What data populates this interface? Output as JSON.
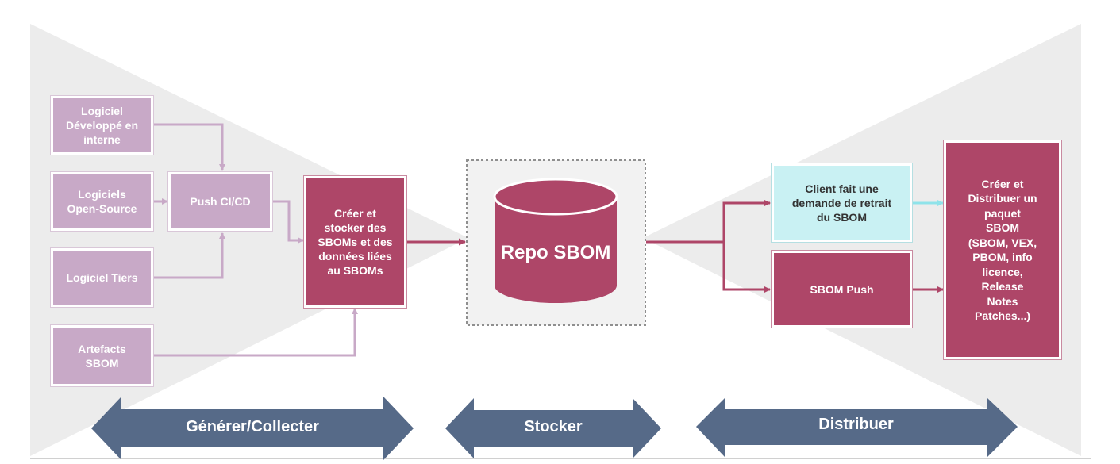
{
  "colors": {
    "light_box": "#c8a9c7",
    "dark_box": "#ae4668",
    "cyan_box": "#c9f1f3",
    "arrow_light": "#c8a9c7",
    "arrow_dark": "#ae4668",
    "arrow_cyan": "#8fe3ea",
    "phase_arrow": "#566a88",
    "background_shape": "#ececec"
  },
  "sources": {
    "internal": "Logiciel\nDéveloppé en\ninterne",
    "open_source": "Logiciels\nOpen-Source",
    "third_party": "Logiciel Tiers",
    "artefacts": "Artefacts\nSBOM"
  },
  "pipeline": {
    "push_cicd": "Push CI/CD",
    "create_store": "Créer et\nstocker des\nSBOMs et des\ndonnées liées\nau SBOMs"
  },
  "repository": {
    "label": "Repo SBOM"
  },
  "distribution": {
    "client_request": "Client fait une\ndemande de retrait\ndu SBOM",
    "sbom_push": "SBOM Push",
    "package": "Créer et\nDistribuer un\npaquet\nSBOM\n(SBOM, VEX,\nPBOM, info\nlicence,\nRelease\nNotes\nPatches...)"
  },
  "phases": {
    "generate": "Générer/Collecter",
    "store": "Stocker",
    "distribute": "Distribuer"
  }
}
